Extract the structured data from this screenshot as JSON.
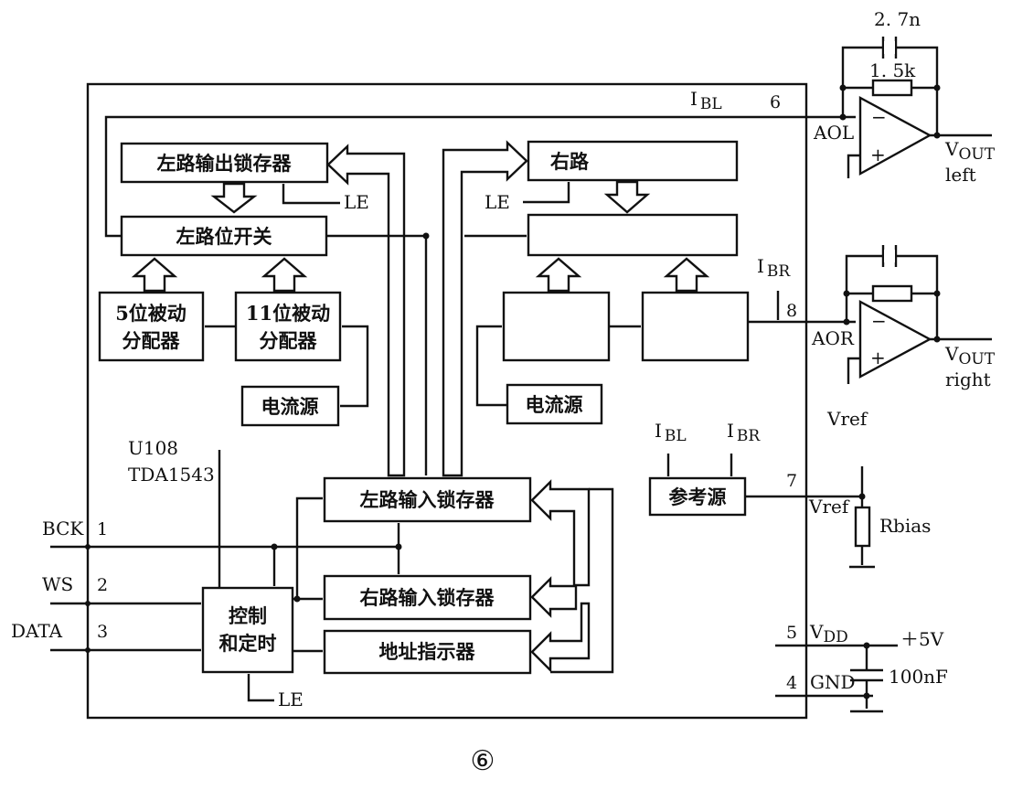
{
  "figure": {
    "caption_label": "⑥",
    "chip_name": "U108",
    "chip_part": "TDA1543"
  },
  "blocks": {
    "left_output_latch": "左路输出锁存器",
    "left_bit_switch": "左路位开关",
    "passive_5bit_l1": "5位被动",
    "passive_5bit_l2": "分配器",
    "passive_11bit_l1": "11位被动",
    "passive_11bit_l2": "分配器",
    "current_source_left": "电流源",
    "right_output_latch": "右路",
    "current_source_right": "电流源",
    "reference_source": "参考源",
    "left_input_latch": "左路输入锁存器",
    "right_input_latch": "右路输入锁存器",
    "address_pointer": "地址指示器",
    "control_l1": "控制",
    "control_l2": "和定时"
  },
  "signals": {
    "le": "LE",
    "ibl": "I",
    "ibl_sub": "BL",
    "ibr": "I",
    "ibr_sub": "BR",
    "aol": "AOL",
    "aor": "AOR",
    "vout": "V",
    "vout_sub": "OUT",
    "left": "left",
    "right": "right",
    "vref": "Vref",
    "rbias": "Rbias",
    "vdd": "V",
    "vdd_sub": "DD",
    "gnd": "GND",
    "plus5v": "＋5V",
    "cap_100nf": "100nF",
    "cap_2p7n": "2. 7n",
    "res_1p5k": "1. 5k",
    "bck": "BCK",
    "ws": "WS",
    "data": "DATA",
    "opamp_minus": "−",
    "opamp_plus": "+"
  },
  "pins": {
    "bck": "1",
    "ws": "2",
    "data": "3",
    "gnd": "4",
    "vdd": "5",
    "aol": "6",
    "vref": "7",
    "aor": "8"
  }
}
